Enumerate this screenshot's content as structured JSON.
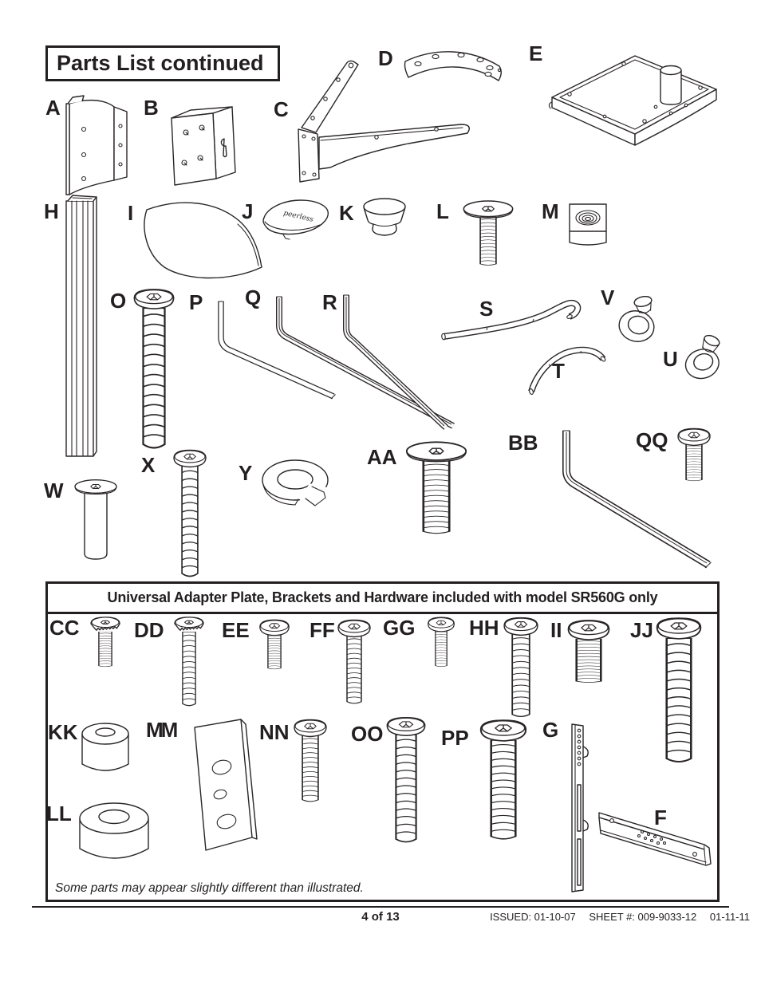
{
  "title": "Parts List continued",
  "brand_logo_text": "peerless",
  "adapter_section": {
    "header": "Universal Adapter Plate, Brackets and Hardware included with model SR560G only",
    "note": "Some parts may appear slightly different than illustrated."
  },
  "footer": {
    "page_number": "4 of 13",
    "issued": "ISSUED: 01-10-07",
    "sheet": "SHEET #: 009-9033-12",
    "revision": "01-11-11"
  },
  "colors": {
    "ink": "#231f20",
    "paper": "#ffffff"
  },
  "labels": {
    "A": "A",
    "B": "B",
    "C": "C",
    "D": "D",
    "E": "E",
    "F": "F",
    "G": "G",
    "H": "H",
    "I": "I",
    "J": "J",
    "K": "K",
    "L": "L",
    "M": "M",
    "O": "O",
    "P": "P",
    "Q": "Q",
    "R": "R",
    "S": "S",
    "T": "T",
    "U": "U",
    "V": "V",
    "W": "W",
    "X": "X",
    "Y": "Y",
    "AA": "AA",
    "BB": "BB",
    "QQ": "QQ",
    "CC": "CC",
    "DD": "DD",
    "EE": "EE",
    "FF": "FF",
    "GG": "GG",
    "HH": "HH",
    "II": "II",
    "JJ": "JJ",
    "KK": "KK",
    "LL": "LL",
    "MM": "MM",
    "NN": "NN",
    "OO": "OO",
    "PP": "PP"
  }
}
